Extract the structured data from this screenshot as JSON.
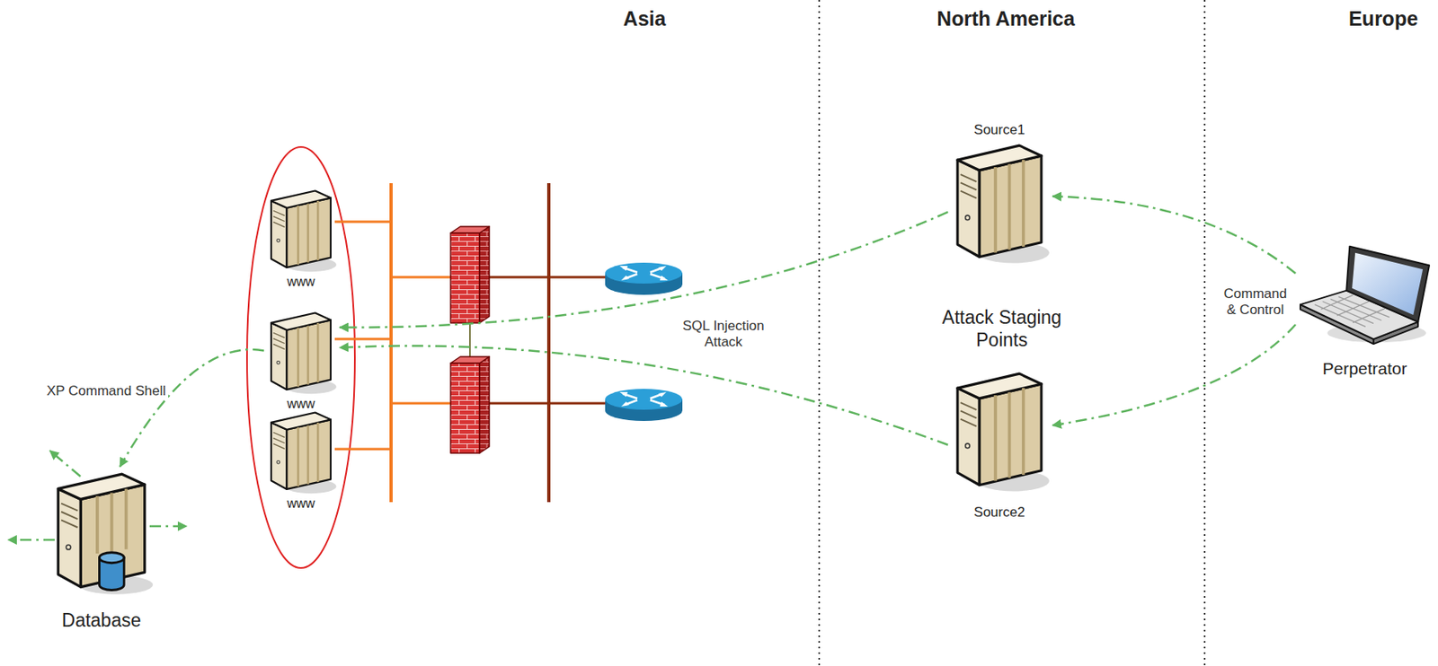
{
  "diagram": {
    "nodes": [
      {
        "text": [
          "www"
        ]
      },
      {
        "text": [
          "www"
        ]
      },
      {
        "text": [
          "www"
        ]
      },
      {
        "text": [
          "Source1"
        ]
      },
      {
        "text": [
          "Source2"
        ]
      },
      {
        "text": [
          "Perpetrator"
        ]
      },
      {
        "text": [
          "Database"
        ]
      }
    ],
    "edges": [
      {
        "from": 5,
        "to": 3,
        "arrow": "to",
        "label": "Command & Control"
      },
      {
        "from": 5,
        "to": 4,
        "arrow": "to"
      },
      {
        "from": 3,
        "to": 1,
        "arrow": "to"
      },
      {
        "from": 4,
        "to": 1,
        "arrow": "to",
        "label": "SQL Injection Attack"
      },
      {
        "from": 1,
        "to": 6,
        "arrow": "to",
        "label": "XP Command Shell"
      }
    ],
    "labels": [
      "Asia",
      "North America",
      "Europe",
      "Attack Staging Points"
    ]
  }
}
